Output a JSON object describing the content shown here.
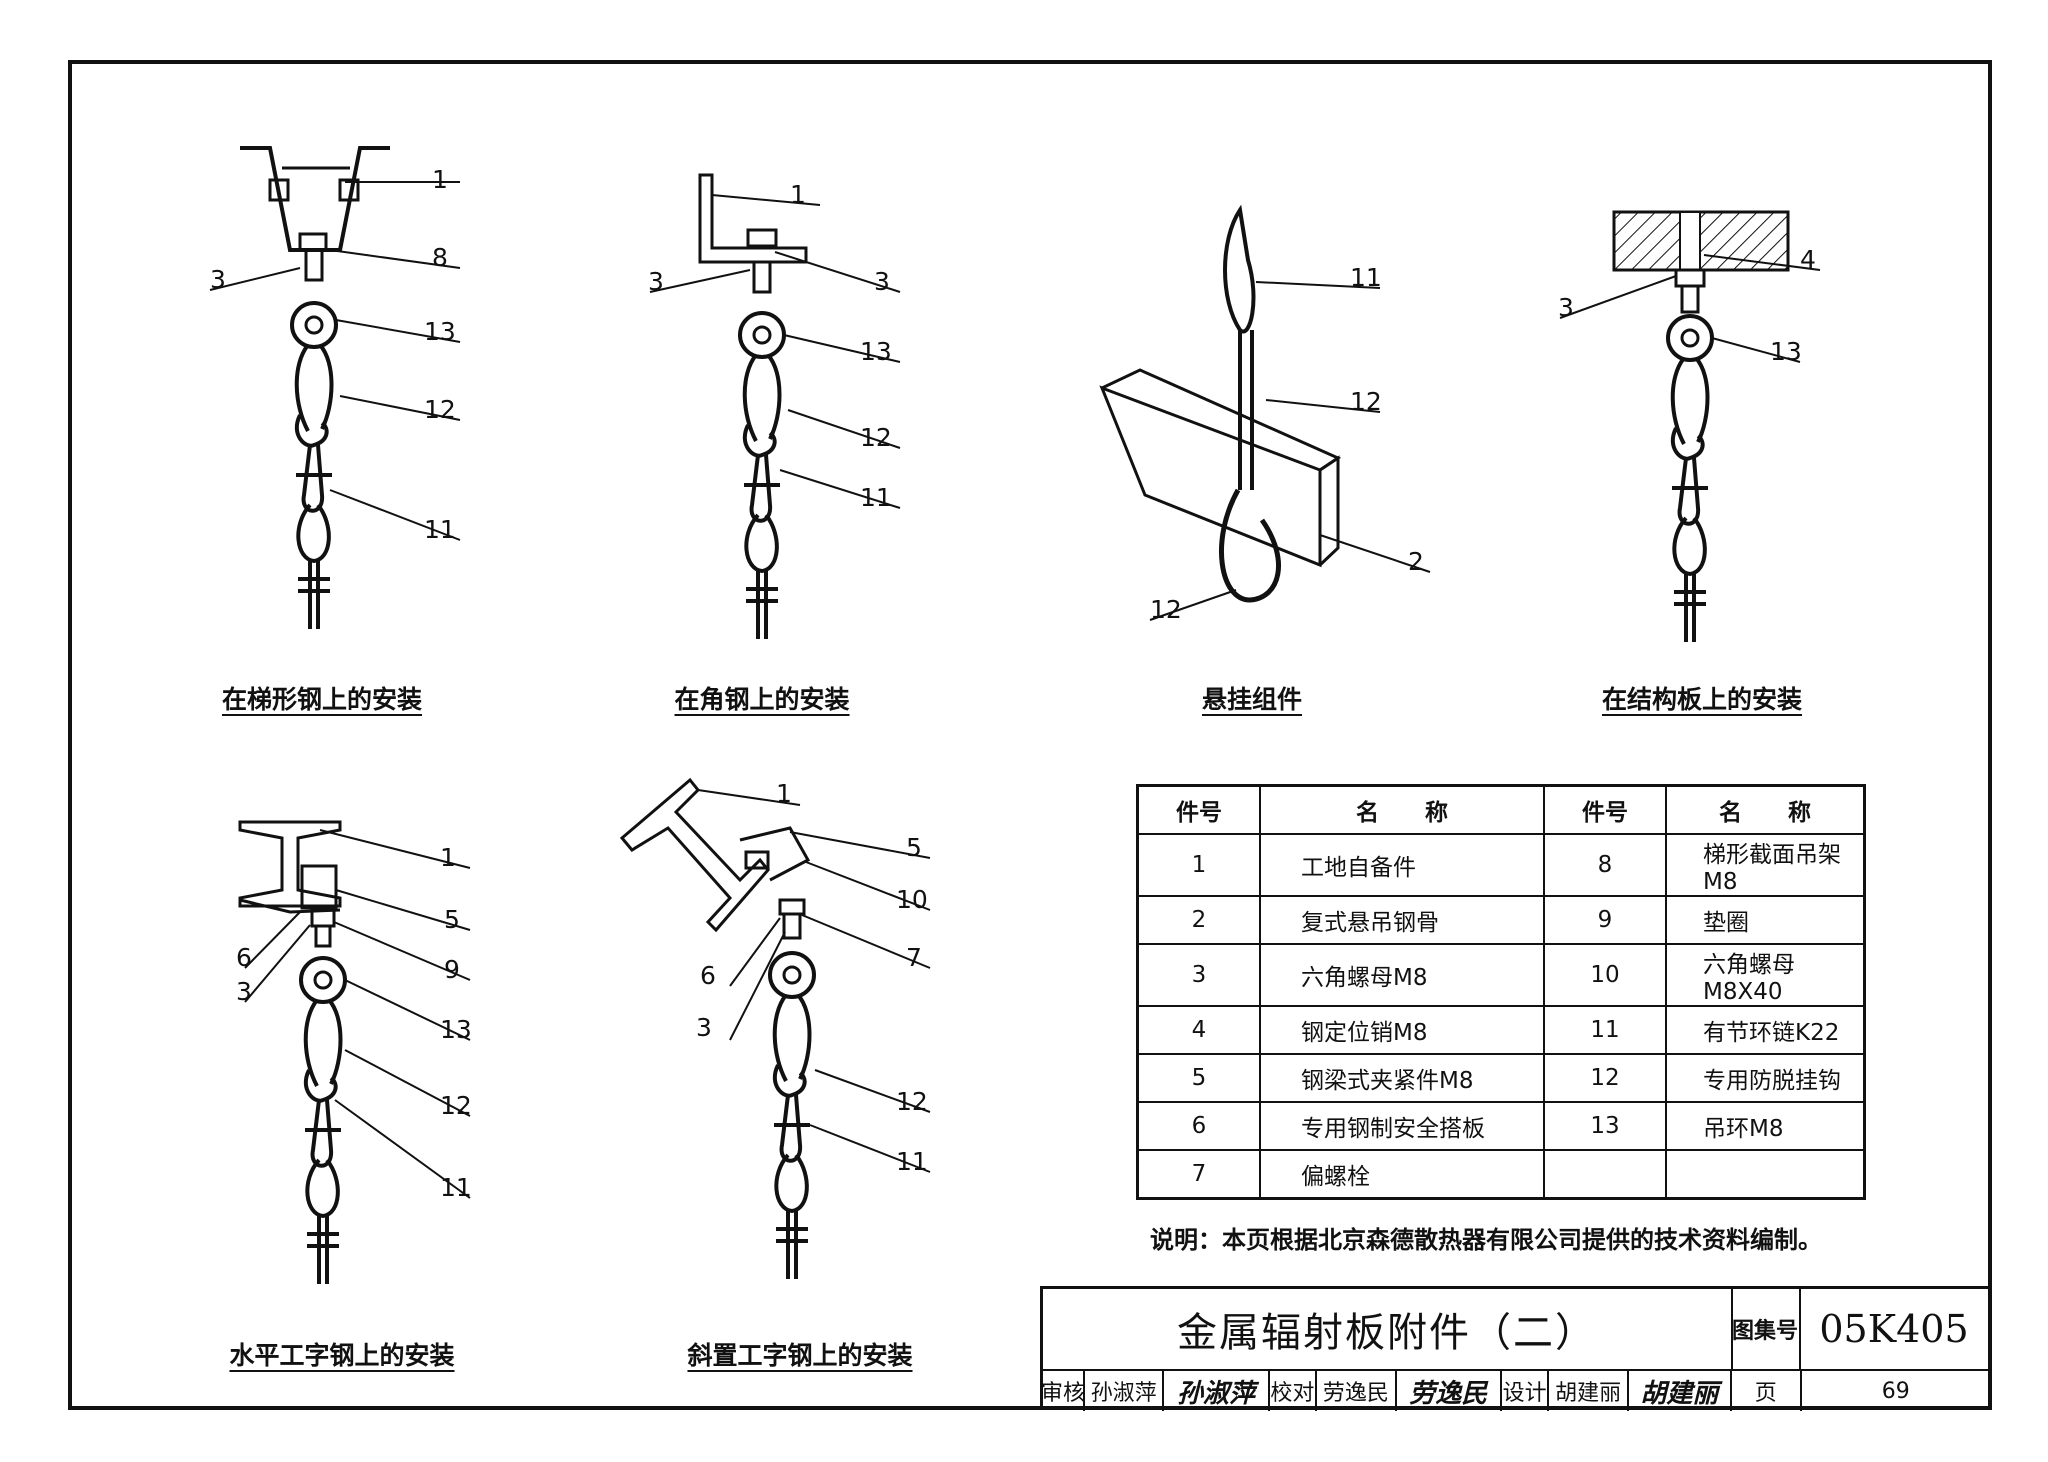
{
  "captions": {
    "ladder_steel": "在梯形钢上的安装",
    "angle_steel": "在角钢上的安装",
    "suspension": "悬挂组件",
    "structural_slab": "在结构板上的安装",
    "horizontal_ibeam": "水平工字钢上的安装",
    "inclined_ibeam": "斜置工字钢上的安装"
  },
  "labels": {
    "n1": "1",
    "n2": "2",
    "n3": "3",
    "n4": "4",
    "n5": "5",
    "n6": "6",
    "n7": "7",
    "n8": "8",
    "n9": "9",
    "n10": "10",
    "n11": "11",
    "n12": "12",
    "n13": "13"
  },
  "parts_table": {
    "headers": [
      "件号",
      "名　　称",
      "件号",
      "名　　称"
    ],
    "rows": [
      [
        "1",
        "工地自备件",
        "8",
        "梯形截面吊架M8"
      ],
      [
        "2",
        "复式悬吊钢骨",
        "9",
        "垫圈"
      ],
      [
        "3",
        "六角螺母M8",
        "10",
        "六角螺母M8X40"
      ],
      [
        "4",
        "钢定位销M8",
        "11",
        "有节环链K22"
      ],
      [
        "5",
        "钢梁式夹紧件M8",
        "12",
        "专用防脱挂钩"
      ],
      [
        "6",
        "专用钢制安全搭板",
        "13",
        "吊环M8"
      ],
      [
        "7",
        "偏螺栓",
        "",
        ""
      ]
    ]
  },
  "note": "说明：本页根据北京森德散热器有限公司提供的技术资料编制。",
  "title_block": {
    "title": "金属辐射板附件（二）",
    "atlas_label": "图集号",
    "atlas_no": "05K405",
    "review_label": "审核",
    "reviewer": "孙淑萍",
    "reviewer_sig": "孙淑萍",
    "check_label": "校对",
    "checker": "劳逸民",
    "checker_sig": "劳逸民",
    "design_label": "设计",
    "designer": "胡建丽",
    "designer_sig": "胡建丽",
    "page_label": "页",
    "page_no": "69"
  }
}
